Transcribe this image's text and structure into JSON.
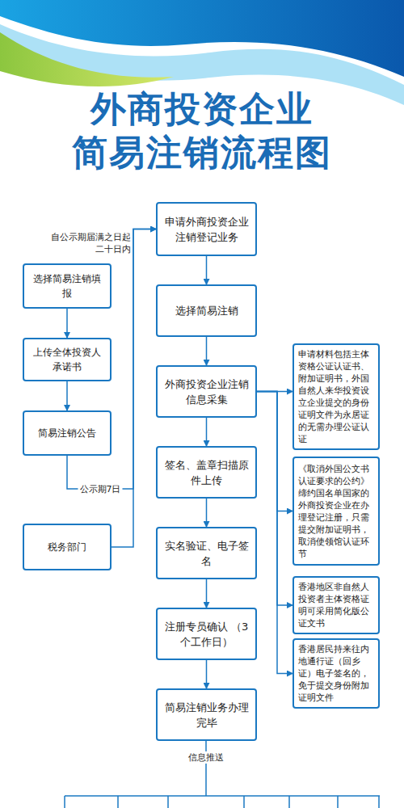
{
  "diagram": {
    "title": "外商投资企业 简易注销流程图",
    "nodes": [
      {
        "text": [
          "申请外商投资企业注销登记业务"
        ]
      },
      {
        "text": [
          "选择简易注销"
        ]
      },
      {
        "text": [
          "外商投资企业注销信息采集"
        ]
      },
      {
        "text": [
          "签名、盖章扫描原件上传"
        ]
      },
      {
        "text": [
          "实名验证、电子签名"
        ]
      },
      {
        "text": [
          "注册专员确认 （3个工作日）"
        ]
      },
      {
        "text": [
          "简易注销业务办理完毕"
        ]
      },
      {
        "text": [
          "选择简易注销填报"
        ]
      },
      {
        "text": [
          "上传全体投资人承诺书"
        ]
      },
      {
        "text": [
          "简易注销公告"
        ]
      },
      {
        "text": [
          "税务部门"
        ]
      },
      {
        "text": [
          "申请材料包括主体资格公证认证书、附加证明书，外国自然人来华投资设立企业提交的身份证明文件为永居证的无需办理公证认证"
        ]
      },
      {
        "text": [
          "《取消外国公文书认证要求的公约》缔约国名单国家的外商投资企业在办理登记注册，只需提交附加证明书，取消使领馆认证环节"
        ]
      },
      {
        "text": [
          "香港地区非自然人投资者主体资格证明可采用简化版公证文书"
        ]
      },
      {
        "text": [
          "香港居民持来往内地通行证（回乡证）电子签名的，免于提交身份附加证明文件"
        ]
      }
    ],
    "edges": [
      {
        "from": 0,
        "to": 1,
        "arrow": "to"
      },
      {
        "from": 1,
        "to": 2,
        "arrow": "to"
      },
      {
        "from": 2,
        "to": 3,
        "arrow": "to"
      },
      {
        "from": 3,
        "to": 4,
        "arrow": "to"
      },
      {
        "from": 4,
        "to": 5,
        "arrow": "to"
      },
      {
        "from": 5,
        "to": 6,
        "arrow": "to"
      },
      {
        "from": 7,
        "to": 8,
        "arrow": "to"
      },
      {
        "from": 8,
        "to": 9,
        "arrow": "to"
      },
      {
        "from": 9,
        "to": 0,
        "label": "公示期7日",
        "arrow": "to"
      },
      {
        "from": 10,
        "to": 0,
        "arrow": "to"
      },
      {
        "from": 2,
        "to": 11,
        "arrow": "to"
      },
      {
        "from": 2,
        "to": 12,
        "arrow": "to"
      },
      {
        "from": 2,
        "to": 13,
        "arrow": "to"
      },
      {
        "from": 2,
        "to": 14,
        "arrow": "to"
      }
    ],
    "labels": [
      "自公示期届满之日起二十日内",
      "信息推送"
    ]
  }
}
